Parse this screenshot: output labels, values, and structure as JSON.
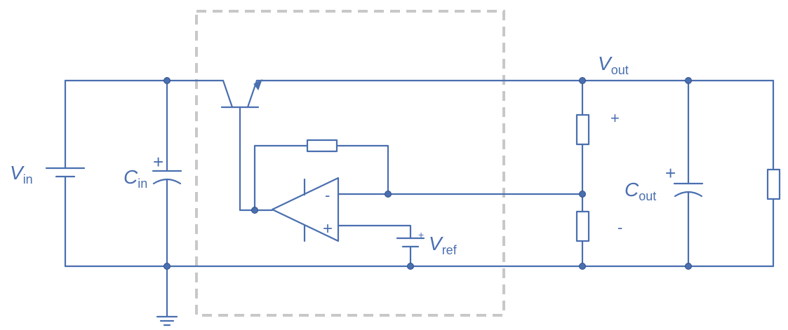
{
  "labels": {
    "vin": "V",
    "vin_sub": "in",
    "cin": "C",
    "cin_sub": "in",
    "cout": "C",
    "cout_sub": "out",
    "vout": "V",
    "vout_sub": "out",
    "vref": "V",
    "vref_sub": "ref",
    "cin_plus": "+",
    "cout_plus": "+",
    "opamp_minus": "-",
    "opamp_plus": "+",
    "vref_plus": "+",
    "out_plus": "+",
    "out_minus": "-"
  },
  "colors": {
    "wire": "#4a6fb0",
    "dashed_box": "#c8c8c8"
  }
}
